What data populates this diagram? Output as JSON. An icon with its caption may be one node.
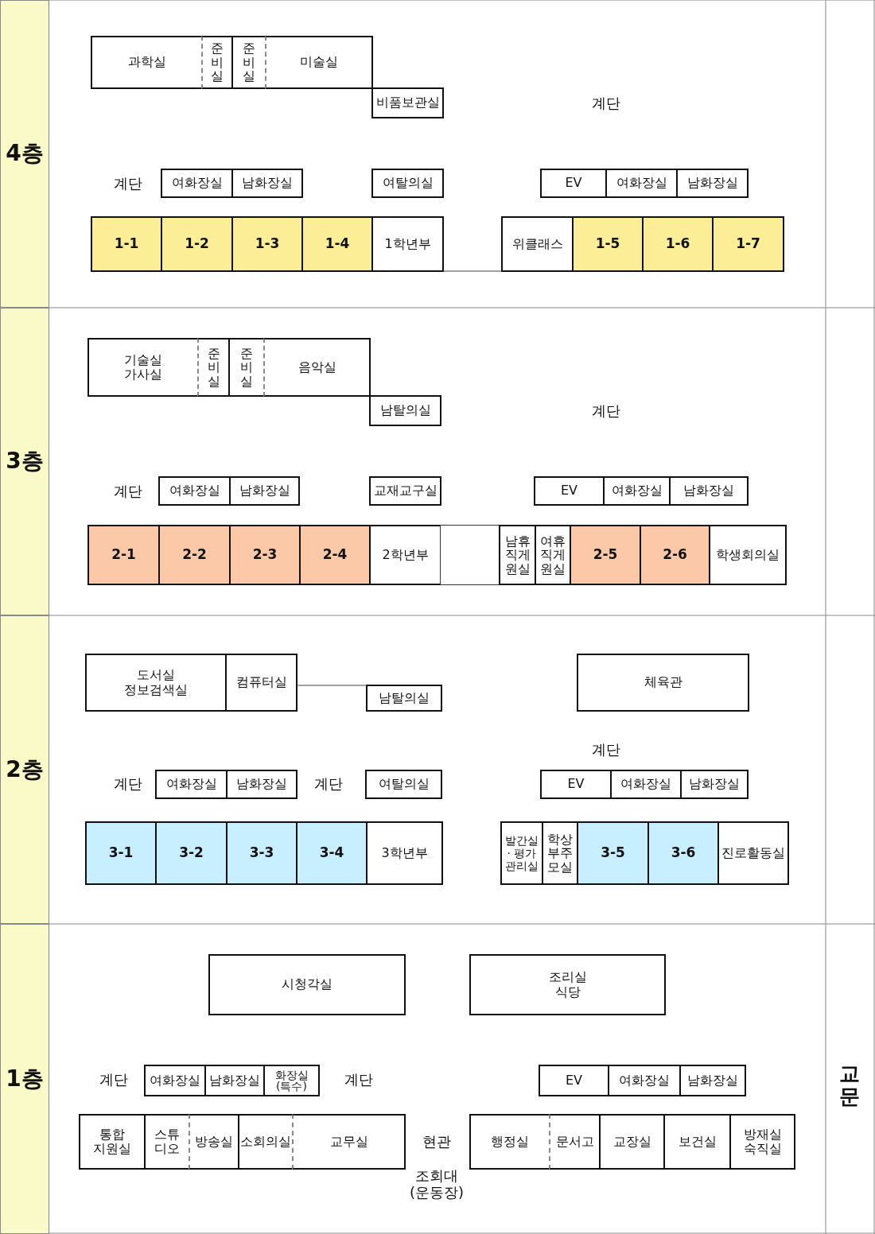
{
  "diagram": {
    "nodes": [
      {
        "text": [
          "4층"
        ]
      },
      {
        "text": [
          "과학실"
        ]
      },
      {
        "text": [
          "준비실"
        ]
      },
      {
        "text": [
          "준비실"
        ]
      },
      {
        "text": [
          "미술실"
        ]
      },
      {
        "text": [
          "비품보관실"
        ]
      },
      {
        "text": [
          "여화장실"
        ]
      },
      {
        "text": [
          "남화장실"
        ]
      },
      {
        "text": [
          "여탈의실"
        ]
      },
      {
        "text": [
          "EV"
        ]
      },
      {
        "text": [
          "여화장실"
        ]
      },
      {
        "text": [
          "남화장실"
        ]
      },
      {
        "text": [
          "1-1"
        ]
      },
      {
        "text": [
          "1-2"
        ]
      },
      {
        "text": [
          "1-3"
        ]
      },
      {
        "text": [
          "1-4"
        ]
      },
      {
        "text": [
          "1학년부"
        ]
      },
      {
        "text": [
          "위클래스"
        ]
      },
      {
        "text": [
          "1-5"
        ]
      },
      {
        "text": [
          "1-6"
        ]
      },
      {
        "text": [
          "1-7"
        ]
      },
      {
        "text": [
          "3층"
        ]
      },
      {
        "text": [
          "기술실 가사실"
        ]
      },
      {
        "text": [
          "준비실"
        ]
      },
      {
        "text": [
          "준비실"
        ]
      },
      {
        "text": [
          "음악실"
        ]
      },
      {
        "text": [
          "남탈의실"
        ]
      },
      {
        "text": [
          "여화장실"
        ]
      },
      {
        "text": [
          "남화장실"
        ]
      },
      {
        "text": [
          "교재교구실"
        ]
      },
      {
        "text": [
          "EV"
        ]
      },
      {
        "text": [
          "여화장실"
        ]
      },
      {
        "text": [
          "남화장실"
        ]
      },
      {
        "text": [
          "2-1"
        ]
      },
      {
        "text": [
          "2-2"
        ]
      },
      {
        "text": [
          "2-3"
        ]
      },
      {
        "text": [
          "2-4"
        ]
      },
      {
        "text": [
          "2학년부"
        ]
      },
      {
        "text": [],
        "shape": "box"
      },
      {
        "text": [
          "남휴직게원실"
        ]
      },
      {
        "text": [
          "여휴직게원실"
        ]
      },
      {
        "text": [
          "2-5"
        ]
      },
      {
        "text": [
          "2-6"
        ]
      },
      {
        "text": [
          "학생회의실"
        ]
      },
      {
        "text": [
          "2층"
        ]
      },
      {
        "text": [
          "도서실 정보검색실"
        ]
      },
      {
        "text": [
          "컴퓨터실"
        ]
      },
      {
        "text": [
          "남탈의실"
        ]
      },
      {
        "text": [
          "체육관"
        ]
      },
      {
        "text": [
          "여화장실"
        ]
      },
      {
        "text": [
          "남화장실"
        ]
      },
      {
        "text": [
          "여탈의실"
        ]
      },
      {
        "text": [
          "EV"
        ]
      },
      {
        "text": [
          "여화장실"
        ]
      },
      {
        "text": [
          "남화장실"
        ]
      },
      {
        "text": [
          "3-1"
        ]
      },
      {
        "text": [
          "3-2"
        ]
      },
      {
        "text": [
          "3-3"
        ]
      },
      {
        "text": [
          "3-4"
        ]
      },
      {
        "text": [
          "3학년부"
        ]
      },
      {
        "text": [
          "발간실 · 평가 관리실"
        ]
      },
      {
        "text": [
          "학상부주모실"
        ]
      },
      {
        "text": [
          "3-5"
        ]
      },
      {
        "text": [
          "3-6"
        ]
      },
      {
        "text": [
          "진로활동실"
        ]
      },
      {
        "text": [
          "1층"
        ]
      },
      {
        "text": [
          "시청각실"
        ]
      },
      {
        "text": [
          "조리실 식당"
        ]
      },
      {
        "text": [
          "여화장실"
        ]
      },
      {
        "text": [
          "남화장실"
        ]
      },
      {
        "text": [
          "화장실 (특수)"
        ]
      },
      {
        "text": [
          "EV"
        ]
      },
      {
        "text": [
          "여화장실"
        ]
      },
      {
        "text": [
          "남화장실"
        ]
      },
      {
        "text": [
          "통합 지원실"
        ]
      },
      {
        "text": [
          "스튜디오"
        ]
      },
      {
        "text": [
          "방송실"
        ]
      },
      {
        "text": [
          "소회의실"
        ]
      },
      {
        "text": [
          "교무실"
        ]
      },
      {
        "text": [
          "행정실"
        ]
      },
      {
        "text": [
          "문서고"
        ]
      },
      {
        "text": [
          "교장실"
        ]
      },
      {
        "text": [
          "보건실"
        ]
      },
      {
        "text": [
          "방재실 숙직실"
        ]
      }
    ],
    "edges": [
      {
        "from": 16,
        "to": 17,
        "arrow": "none"
      },
      {
        "from": 46,
        "to": 47,
        "arrow": "none"
      }
    ],
    "labels": [
      "계단",
      "계단",
      "계단",
      "계단",
      "계단",
      "계단",
      "계단",
      "계단",
      "계단",
      "현관",
      "조회대 (운동장)",
      "교문"
    ]
  }
}
